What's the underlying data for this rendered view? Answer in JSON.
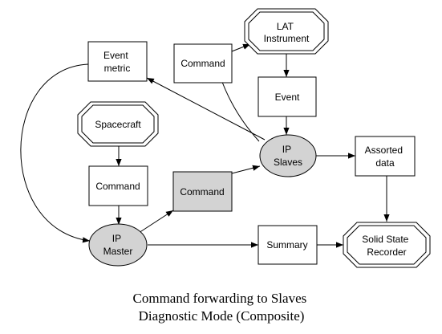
{
  "nodes": {
    "lat_instrument": [
      "LAT",
      "Instrument"
    ],
    "cmd_top": [
      "Command"
    ],
    "event_metric": [
      "Event",
      "metric"
    ],
    "event": [
      "Event"
    ],
    "spacecraft": [
      "Spacecraft"
    ],
    "ip_slaves": [
      "IP",
      "Slaves"
    ],
    "assorted_data": [
      "Assorted",
      "data"
    ],
    "cmd_left": [
      "Command"
    ],
    "cmd_mid": [
      "Command"
    ],
    "ip_master": [
      "IP",
      "Master"
    ],
    "summary": [
      "Summary"
    ],
    "ssr": [
      "Solid State",
      "Recorder"
    ]
  },
  "caption": [
    "Command forwarding to Slaves",
    "Diagnostic Mode (Composite)"
  ],
  "colors": {
    "stroke": "#000000",
    "background": "#ffffff",
    "highlight_fill": "#d3d3d3"
  }
}
